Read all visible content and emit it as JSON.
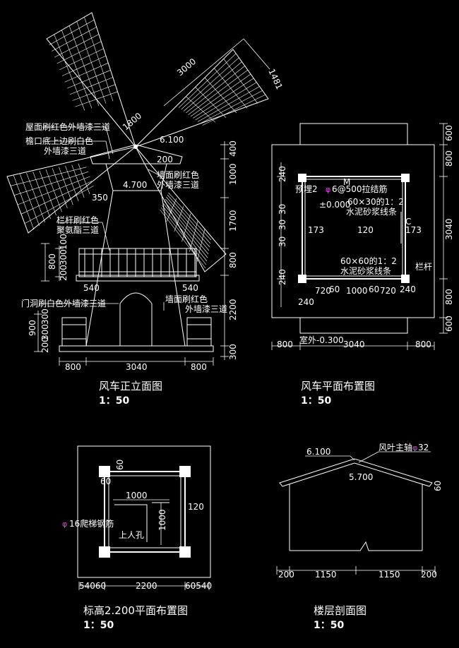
{
  "elevation": {
    "title": "风车正立面图",
    "scale": "1：50",
    "notes": {
      "roof_paint": "屋面刷红色外墙漆三道",
      "eave_paint_1": "檐口底上边刷白色",
      "eave_paint_2": "外墙漆三道",
      "wall_paint_upper_1": "墙面刷红色",
      "wall_paint_upper_2": "外墙漆三道",
      "rail_paint_1": "栏杆刷红色",
      "rail_paint_2": "聚氨酯三道",
      "door_paint": "门洞刷白色外墙漆三道",
      "wall_paint_lower_1": "墙面刷红色",
      "wall_paint_lower_2": "外墙漆三道"
    },
    "dims": {
      "blade_len": "3000",
      "blade_width": "1481",
      "hub": "1800",
      "top_level": "6.100",
      "d200": "200",
      "d4700": "4.700",
      "d350": "350",
      "right": [
        "400",
        "1000",
        "1700",
        "800",
        "2200",
        "300"
      ],
      "left_rail": [
        "800",
        "200",
        "300",
        "100"
      ],
      "left_base": [
        "900",
        "300",
        "300",
        "200"
      ],
      "d540_l": "540",
      "d540_r": "540",
      "bottom": [
        "800",
        "3040",
        "800"
      ]
    }
  },
  "plan": {
    "title": "风车平面布置图",
    "scale": "1：50",
    "labels": {
      "m": "M",
      "c": "C",
      "rebar_label_pre": "预埋2",
      "rebar_label_sym": "φ",
      "rebar_label_post": "6@500拉结筋",
      "level": "±0.000",
      "strip1_1": "60×30的1：2",
      "strip1_2": "水泥砂浆线条",
      "strip2_1": "60×60的1：2",
      "strip2_2": "水泥砂浆线条",
      "railing": "栏杆",
      "outdoor": "室外-0.300"
    },
    "dims": {
      "left": [
        "240",
        "30",
        "30",
        "30",
        "240"
      ],
      "d173_l": "173",
      "d120": "120",
      "d173_r": "173",
      "right": [
        "600",
        "800",
        "3040",
        "800",
        "600"
      ],
      "inner_bottom": [
        "240",
        "720",
        "60",
        "1000",
        "60",
        "720",
        "240"
      ],
      "bottom": [
        "800",
        "3040",
        "800"
      ]
    }
  },
  "plan2200": {
    "title": "标高2.200平面布置图",
    "scale": "1：50",
    "labels": {
      "ladder_sym": "φ",
      "ladder": "16爬梯钢筋",
      "hatch": "上人孔"
    },
    "dims": {
      "d60_top": "60",
      "d60_left": "60",
      "d1000_h": "1000",
      "d120": "120",
      "d1000_v": "1000",
      "bottom": [
        "54060",
        "2200",
        "60540"
      ]
    }
  },
  "section": {
    "title": "楼层剖面图",
    "scale": "1：50",
    "labels": {
      "top_level": "6.100",
      "axis_pre": "风叶主轴",
      "axis_sym": "φ",
      "axis_post": "32",
      "ridge": "5.700",
      "d60": "60"
    },
    "dims": {
      "bottom": [
        "200",
        "1150",
        "1150",
        "200"
      ]
    }
  }
}
